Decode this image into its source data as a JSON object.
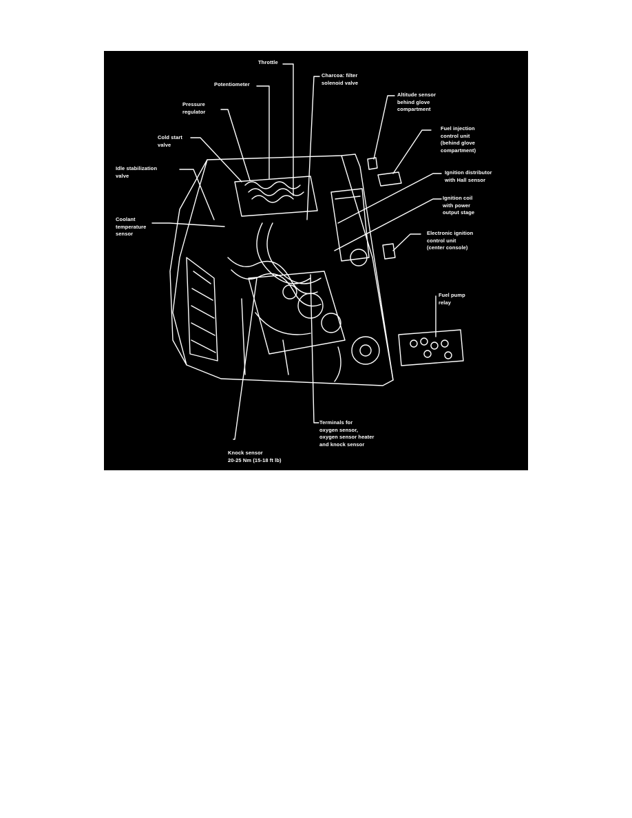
{
  "colors": {
    "page_background": "#ffffff",
    "figure_background": "#000000",
    "line_art": "#ffffff"
  },
  "labels": {
    "throttle": "Throttle",
    "potentiometer": "Potentiometer",
    "charcoal_filter": "Charcoa: filter\nsolenoid valve",
    "altitude_sensor": "Altitude sensor\nbehind glove\ncompartment",
    "pressure_regulator": "Pressure\nregulator",
    "fuel_injection_unit": "Fuel injection\ncontrol unit\n(behind glove\ncompartment)",
    "cold_start_valve": "Cold start\nvalve",
    "ignition_distributor": "Ignition distributor\nwith Hall sensor",
    "idle_stabilization_valve": "Idle stabilization\nvalve",
    "ignition_coil": "Ignition coil\nwith power\noutput stage",
    "coolant_temp_sensor": "Coolant\ntemperature\nsensor",
    "electronic_ignition_unit": "Electronic ignition\ncontrol unit\n(center console)",
    "fuel_pump_relay": "Fuel pump\nrelay",
    "terminals": "Terminals for\noxygen sensor,\noxygen sensor heater\nand knock sensor",
    "knock_sensor": "Knock sensor\n20-25 Nm (15-18 ft lb)"
  }
}
